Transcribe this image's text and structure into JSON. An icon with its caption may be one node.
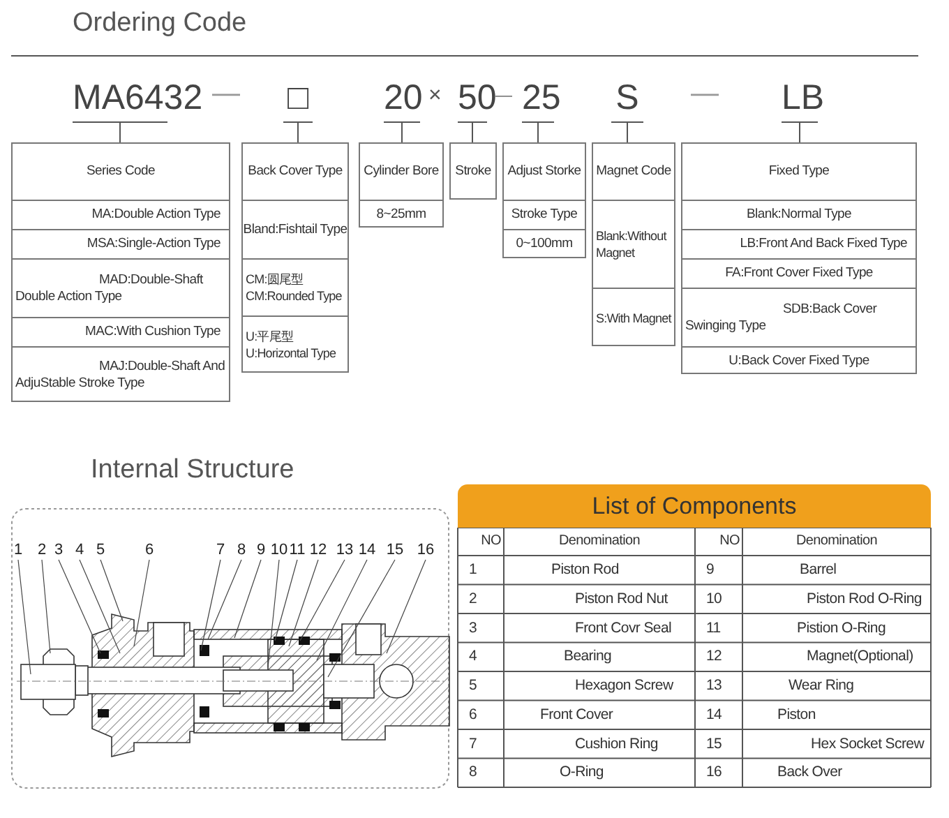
{
  "diagram": {
    "nodes": [
      {
        "text": [
          "MA6432"
        ]
      },
      {
        "text": [
          "□"
        ]
      },
      {
        "text": [
          "20"
        ]
      },
      {
        "text": [
          "50"
        ]
      },
      {
        "text": [
          "25"
        ]
      },
      {
        "text": [
          "S"
        ]
      },
      {
        "text": [
          "LB"
        ]
      },
      {
        "text": [
          "Series Code",
          "MA:Double Action Type",
          "MSA:Single-Action Type",
          "MAD:Double-Shaft Double Action Type",
          "MAC:With Cushion Type",
          "MAJ:Double-Shaft And AdjuStable Stroke Type"
        ]
      },
      {
        "text": [
          "Back Cover Type",
          "Bland:Fishtail Type",
          "CM:圆尾型",
          "CM:Rounded Type",
          "U:平尾型",
          "U:Horizontal Type"
        ]
      },
      {
        "text": [
          "Cylinder Bore",
          "8~25mm"
        ]
      },
      {
        "text": [
          "Stroke"
        ]
      },
      {
        "text": [
          "Adjust Storke",
          "Stroke Type",
          "0~100mm"
        ]
      },
      {
        "text": [
          "Magnet Code",
          "Blank:Without Magnet",
          "S:With Magnet"
        ]
      },
      {
        "text": [
          "Fixed Type",
          "Blank:Normal Type",
          "LB:Front And Back Fixed Type",
          "FA:Front Cover Fixed Type",
          "SDB:Back Cover Swinging Type",
          "U:Back Cover Fixed Type"
        ]
      },
      {
        "text": [
          "1"
        ]
      },
      {
        "text": [
          "2"
        ]
      },
      {
        "text": [
          "3"
        ]
      },
      {
        "text": [
          "4"
        ]
      },
      {
        "text": [
          "5"
        ]
      },
      {
        "text": [
          "6"
        ]
      },
      {
        "text": [
          "7"
        ]
      },
      {
        "text": [
          "8"
        ]
      },
      {
        "text": [
          "9"
        ]
      },
      {
        "text": [
          "10"
        ]
      },
      {
        "text": [
          "11"
        ]
      },
      {
        "text": [
          "12"
        ]
      },
      {
        "text": [
          "13"
        ]
      },
      {
        "text": [
          "14"
        ]
      },
      {
        "text": [
          "15"
        ]
      },
      {
        "text": [
          "16"
        ]
      }
    ],
    "edges": [
      {
        "from": 0,
        "to": 7,
        "arrow": "none"
      },
      {
        "from": 1,
        "to": 8,
        "arrow": "none"
      },
      {
        "from": 2,
        "to": 9,
        "arrow": "none"
      },
      {
        "from": 3,
        "to": 10,
        "arrow": "none"
      },
      {
        "from": 4,
        "to": 11,
        "arrow": "none"
      },
      {
        "from": 5,
        "to": 12,
        "arrow": "none"
      },
      {
        "from": 6,
        "to": 13,
        "arrow": "none"
      },
      {
        "from": 14,
        "to": null,
        "arrow": "none"
      },
      {
        "from": 15,
        "to": null,
        "arrow": "none"
      },
      {
        "from": 16,
        "to": null,
        "arrow": "none"
      },
      {
        "from": 17,
        "to": null,
        "arrow": "none"
      },
      {
        "from": 18,
        "to": null,
        "arrow": "none"
      },
      {
        "from": 19,
        "to": null,
        "arrow": "none"
      },
      {
        "from": 20,
        "to": null,
        "arrow": "none"
      },
      {
        "from": 21,
        "to": null,
        "arrow": "none"
      },
      {
        "from": 22,
        "to": null,
        "arrow": "none"
      },
      {
        "from": 23,
        "to": null,
        "arrow": "none"
      },
      {
        "from": 24,
        "to": null,
        "arrow": "none"
      },
      {
        "from": 25,
        "to": null,
        "arrow": "none"
      },
      {
        "from": 26,
        "to": null,
        "arrow": "none"
      },
      {
        "from": 27,
        "to": null,
        "arrow": "none"
      },
      {
        "from": 28,
        "to": null,
        "arrow": "none"
      },
      {
        "from": 29,
        "to": null,
        "arrow": "none"
      }
    ],
    "labels": [
      "Ordering Code",
      "—",
      "×",
      "—",
      "—",
      "Internal Structure",
      "List of Components",
      "NO",
      "Denomination",
      "NO",
      "Denomination",
      "1",
      "Piston Rod",
      "9",
      "Barrel",
      "2",
      "Piston Rod Nut",
      "10",
      "Piston Rod O-Ring",
      "3",
      "Front Covr Seal",
      "11",
      "Pistion O-Ring",
      "4",
      "Bearing",
      "12",
      "Magnet(Optional)",
      "5",
      "Hexagon Screw",
      "13",
      "Wear Ring",
      "6",
      "Front Cover",
      "14",
      "Piston",
      "7",
      "Cushion Ring",
      "15",
      "Hex Socket Screw",
      "8",
      "O-Ring",
      "16",
      "Back Over"
    ]
  }
}
